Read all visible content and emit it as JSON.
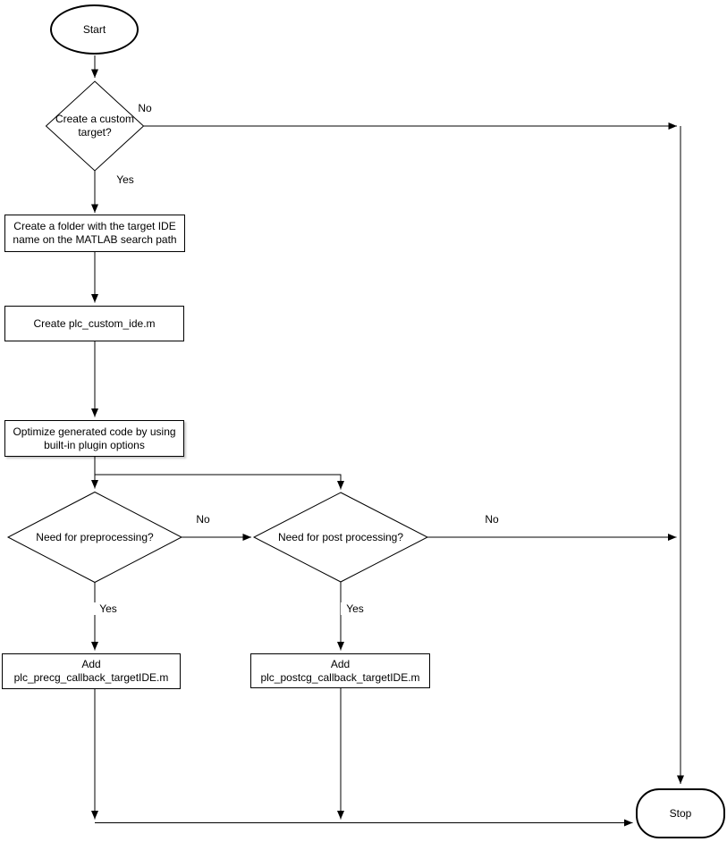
{
  "diagram": {
    "colors": {
      "stroke": "#000000",
      "fill": "#ffffff",
      "text": "#000000"
    },
    "nodes": {
      "start": {
        "label": "Start"
      },
      "decision_custom_target": {
        "label": "Create a custom\ntarget?"
      },
      "process_create_folder": {
        "label": "Create a folder with the target IDE\nname on the MATLAB search path"
      },
      "process_create_custom_ide": {
        "label": "Create plc_custom_ide.m"
      },
      "process_optimize": {
        "label": "Optimize generated code by using\nbuilt-in plugin options"
      },
      "decision_preprocessing": {
        "label": "Need for preprocessing?"
      },
      "decision_postprocessing": {
        "label": "Need for post processing?"
      },
      "process_add_precg": {
        "label": "Add\nplc_precg_callback_targetIDE.m"
      },
      "process_add_postcg": {
        "label": "Add\nplc_postcg_callback_targetIDE.m"
      },
      "stop": {
        "label": "Stop"
      }
    },
    "edge_labels": {
      "custom_target_no": "No",
      "custom_target_yes": "Yes",
      "preprocessing_no": "No",
      "preprocessing_yes": "Yes",
      "postprocessing_no": "No",
      "postprocessing_yes": "Yes"
    }
  }
}
